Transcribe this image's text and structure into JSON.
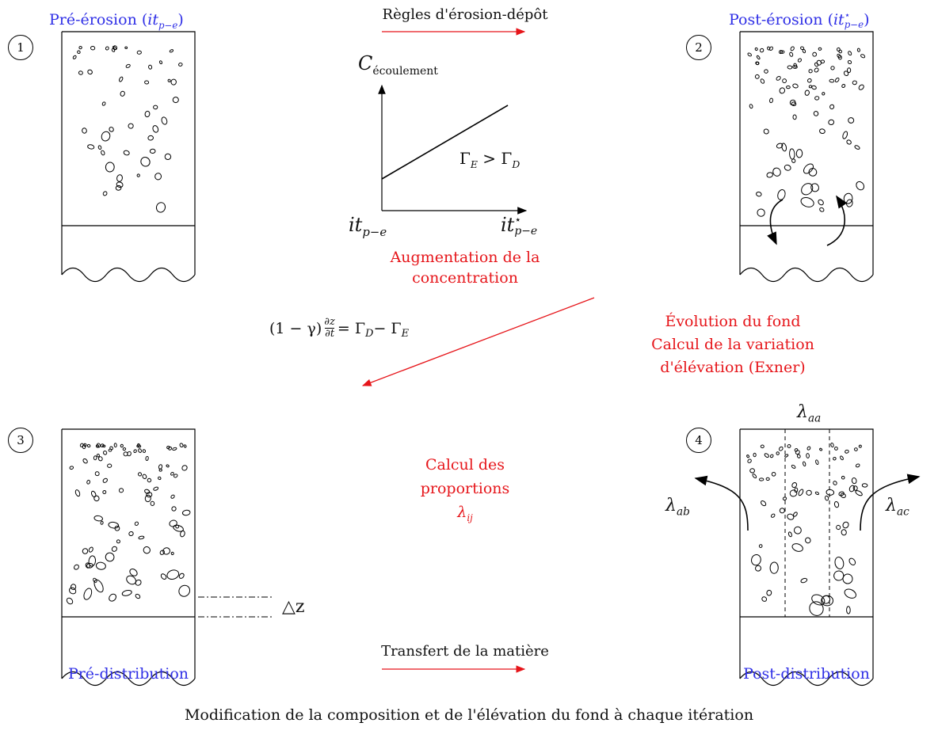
{
  "panels": {
    "p1": {
      "number": "1",
      "title_text": "Pré-érosion (",
      "title_var": "it",
      "title_sub": "p−e",
      "title_close": ")"
    },
    "p2": {
      "number": "2",
      "title_text": "Post-érosion (",
      "title_var": "it",
      "title_sup": "⋆",
      "title_sub": "p−e",
      "title_close": ")"
    },
    "p3": {
      "number": "3",
      "caption": "Pré-distribution",
      "delta_label": "△z"
    },
    "p4": {
      "number": "4",
      "caption": "Post-distribution",
      "lambda_aa": "λ",
      "lambda_aa_sub": "aa",
      "lambda_ab": "λ",
      "lambda_ab_sub": "ab",
      "lambda_ac": "λ",
      "lambda_ac_sub": "ac"
    }
  },
  "arrows": {
    "top_label": "Règles d'érosion-dépôt",
    "bottom_label": "Transfert de la matière"
  },
  "graph": {
    "y_label": "C",
    "y_label_sub": "écoulement",
    "relation_left": "Γ",
    "relation_left_sub": "E",
    "relation_op": " > ",
    "relation_right": "Γ",
    "relation_right_sub": "D",
    "x_start": "it",
    "x_start_sub": "p−e",
    "x_end": "it",
    "x_end_sup": "⋆",
    "x_end_sub": "p−e",
    "caption_line1": "Augmentation de la",
    "caption_line2": "concentration"
  },
  "exner": {
    "equation": "(1 − γ) ∂z/∂t = Γ_D − Γ_E",
    "eq_prefix": "(1 − γ) ",
    "eq_num": "∂z",
    "eq_den": "∂t",
    "eq_rhs1": " = Γ",
    "eq_rhs1_sub": "D",
    "eq_rhs2": " − Γ",
    "eq_rhs2_sub": "E",
    "line1": "Évolution du fond",
    "line2": "Calcul de la variation",
    "line3": "d'élévation (Exner)"
  },
  "proportions": {
    "line1": "Calcul des",
    "line2": "proportions",
    "lambda": "λ",
    "lambda_sub": "ij"
  },
  "caption": "Modification de la composition et de l'élévation du fond à chaque itération",
  "colors": {
    "blue": "#2f2fe6",
    "red": "#e6151a",
    "line": "#000000"
  }
}
